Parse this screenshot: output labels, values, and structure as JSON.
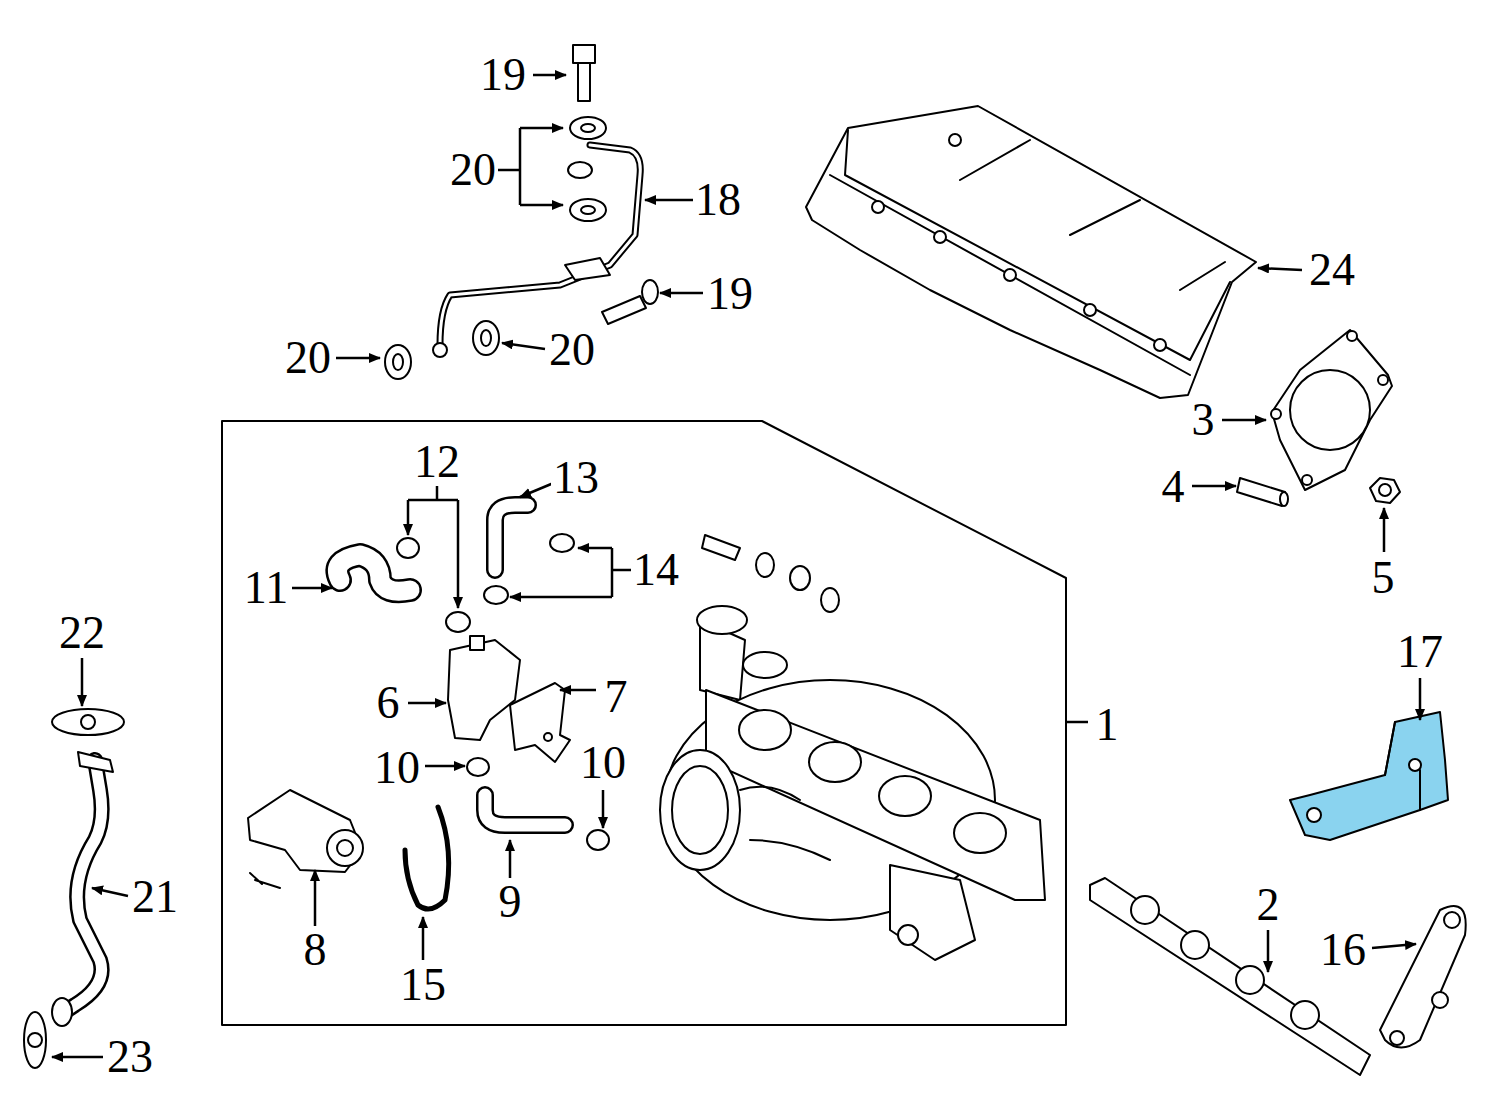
{
  "diagram": {
    "labels": [
      "19",
      "20",
      "18",
      "19",
      "20",
      "20",
      "24",
      "3",
      "4",
      "5",
      "17",
      "12",
      "13",
      "11",
      "14",
      "6",
      "7",
      "10",
      "10",
      "1",
      "22",
      "21",
      "8",
      "9",
      "15",
      "2",
      "16",
      "23"
    ]
  }
}
